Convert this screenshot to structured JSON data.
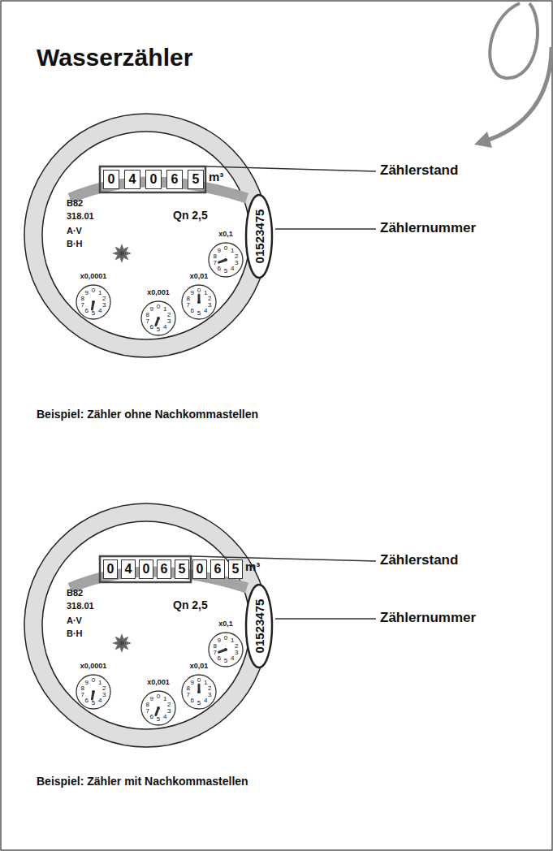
{
  "diagram": {
    "title": "Wasserzähler",
    "nodes": [
      {
        "text": [
          "0"
        ]
      },
      {
        "text": [
          "4"
        ]
      },
      {
        "text": [
          "0"
        ]
      },
      {
        "text": [
          "6"
        ]
      },
      {
        "text": [
          "5"
        ]
      },
      {
        "text": [
          "01523475"
        ]
      },
      {
        "text": [
          "x0,1",
          "0",
          "1",
          "2",
          "3",
          "4",
          "5",
          "6",
          "7",
          "8",
          "9"
        ]
      },
      {
        "text": [
          "x0,01",
          "0",
          "1",
          "2",
          "3",
          "4",
          "5",
          "6",
          "7",
          "8",
          "9"
        ]
      },
      {
        "text": [
          "x0,001",
          "0",
          "1",
          "2",
          "3",
          "4",
          "5",
          "6",
          "7",
          "8",
          "9"
        ]
      },
      {
        "text": [
          "x0,0001",
          "0",
          "1",
          "2",
          "3",
          "4",
          "5",
          "6",
          "7",
          "8",
          "9"
        ]
      },
      {
        "text": [
          "0"
        ]
      },
      {
        "text": [
          "4"
        ]
      },
      {
        "text": [
          "0"
        ]
      },
      {
        "text": [
          "6"
        ]
      },
      {
        "text": [
          "5"
        ]
      },
      {
        "text": [
          "0"
        ]
      },
      {
        "text": [
          "6"
        ]
      },
      {
        "text": [
          "5"
        ]
      },
      {
        "text": [
          "01523475"
        ]
      },
      {
        "text": [
          "x0,1",
          "0",
          "1",
          "2",
          "3",
          "4",
          "5",
          "6",
          "7",
          "8",
          "9"
        ]
      },
      {
        "text": [
          "x0,01",
          "0",
          "1",
          "2",
          "3",
          "4",
          "5",
          "6",
          "7",
          "8",
          "9"
        ]
      },
      {
        "text": [
          "x0,001",
          "0",
          "1",
          "2",
          "3",
          "4",
          "5",
          "6",
          "7",
          "8",
          "9"
        ]
      },
      {
        "text": [
          "x0,0001",
          "0",
          "1",
          "2",
          "3",
          "4",
          "5",
          "6",
          "7",
          "8",
          "9"
        ]
      }
    ],
    "labels": [
      "Zählerstand",
      "m³",
      "Zählernummer",
      "B82",
      "318.01",
      "A·V",
      "B·H",
      "Qn 2,5",
      "Beispiel: Zähler ohne Nachkommastellen",
      "Zählerstand",
      "m³",
      "Zählernummer",
      "B82",
      "318.01",
      "A·V",
      "B·H",
      "Qn 2,5",
      "Beispiel: Zähler mit Nachkommastellen"
    ]
  }
}
